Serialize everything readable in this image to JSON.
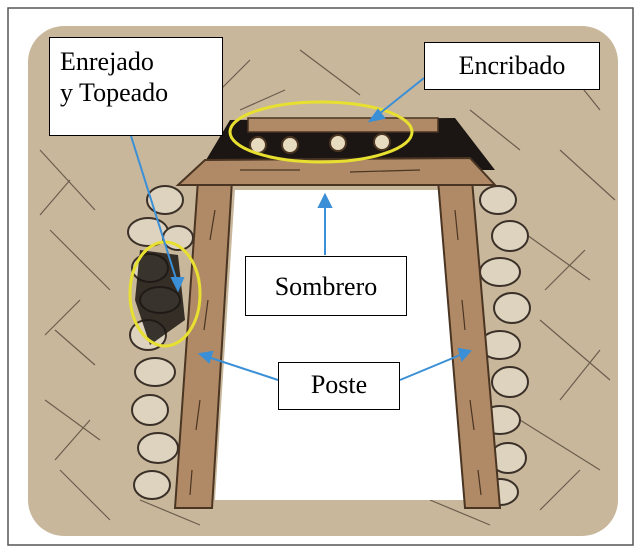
{
  "labels": {
    "enrejado_line1": "Enrejado",
    "enrejado_line2": "y Topeado",
    "encribado": "Encribado",
    "sombrero": "Sombrero",
    "poste": "Poste"
  },
  "colors": {
    "rock": "#c9b79c",
    "wood": "#b08a66",
    "wood_dark": "#8a6747",
    "highlight": "#e8e030",
    "arrow": "#3a8fd6",
    "opening": "#ffffff"
  }
}
